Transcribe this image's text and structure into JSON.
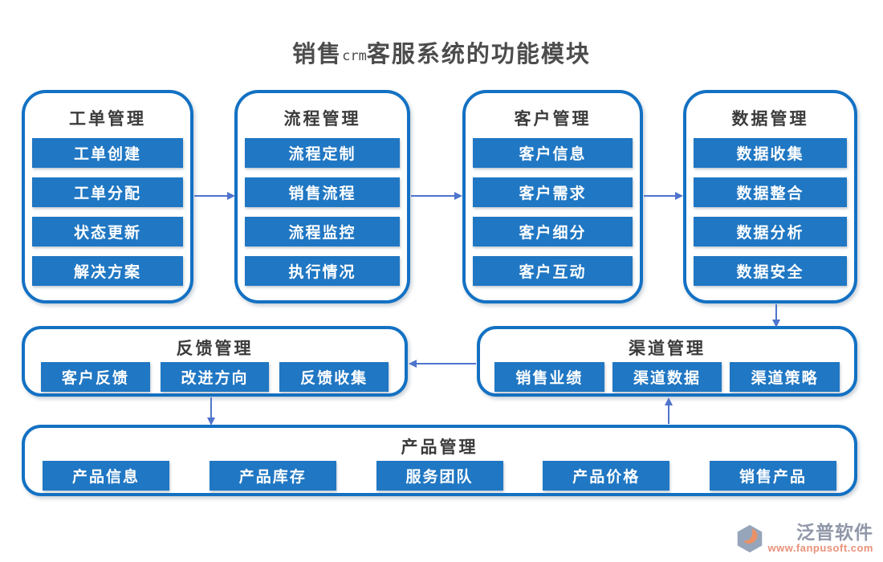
{
  "title": {
    "prefix": "销售",
    "latin": "crm",
    "suffix": "客服系统的功能模块"
  },
  "colors": {
    "box_border": "#1371c3",
    "button_fill": "#2077c3",
    "button_text": "#ffffff",
    "arrow": "#4f74cc",
    "title_text": "#4c4c4c",
    "brand_gray": "#9097a8",
    "brand_orange": "#e9917a"
  },
  "modules": [
    {
      "title": "工单管理",
      "items": [
        "工单创建",
        "工单分配",
        "状态更新",
        "解决方案"
      ]
    },
    {
      "title": "流程管理",
      "items": [
        "流程定制",
        "销售流程",
        "流程监控",
        "执行情况"
      ]
    },
    {
      "title": "客户管理",
      "items": [
        "客户信息",
        "客户需求",
        "客户细分",
        "客户互动"
      ]
    },
    {
      "title": "数据管理",
      "items": [
        "数据收集",
        "数据整合",
        "数据分析",
        "数据安全"
      ]
    },
    {
      "title": "反馈管理",
      "items": [
        "客户反馈",
        "改进方向",
        "反馈收集"
      ]
    },
    {
      "title": "渠道管理",
      "items": [
        "销售业绩",
        "渠道数据",
        "渠道策略"
      ]
    },
    {
      "title": "产品管理",
      "items": [
        "产品信息",
        "产品库存",
        "服务团队",
        "产品价格",
        "销售产品"
      ]
    }
  ],
  "connections": [
    "工单管理→流程管理",
    "流程管理→客户管理",
    "客户管理→数据管理",
    "数据管理→渠道管理",
    "渠道管理→反馈管理",
    "反馈管理→产品管理",
    "产品管理→渠道管理"
  ],
  "footer": {
    "brand": "泛普软件",
    "website": "www.fanpusoft.com"
  }
}
